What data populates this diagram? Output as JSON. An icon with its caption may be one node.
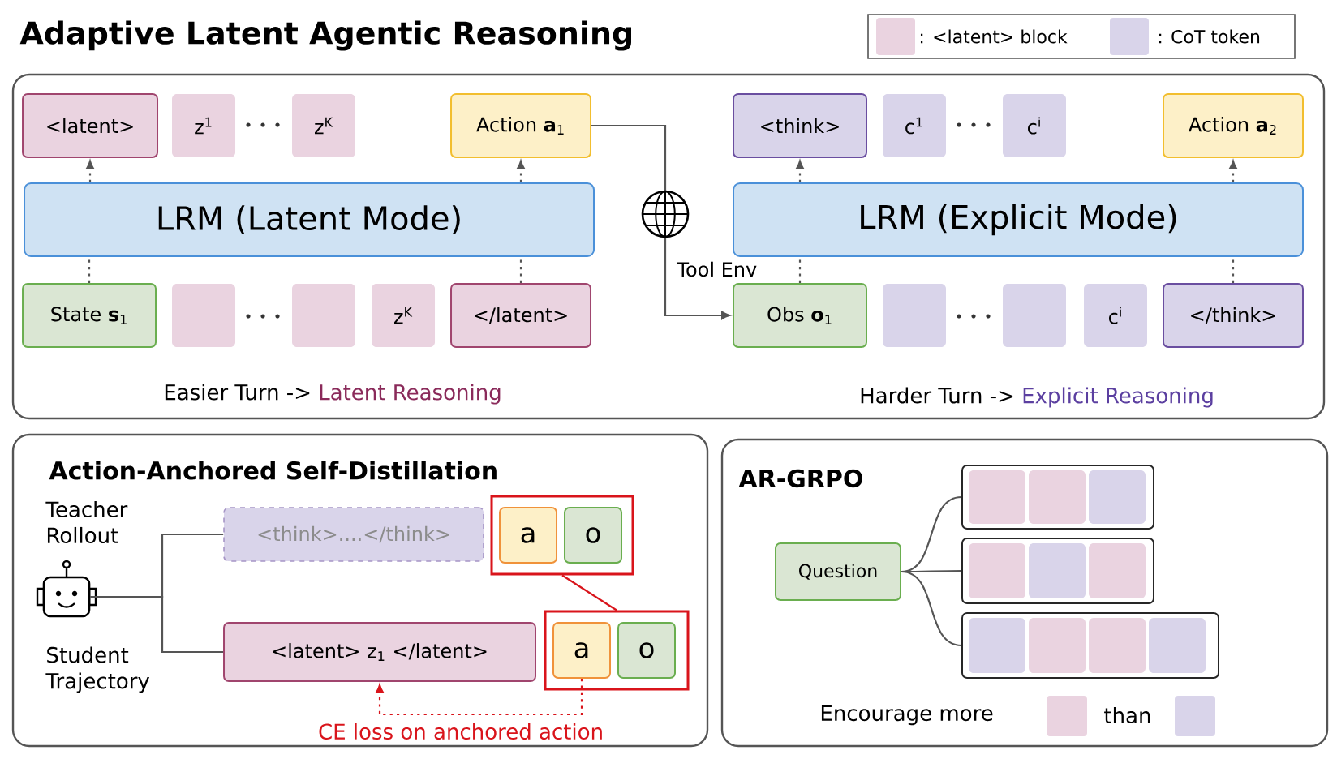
{
  "diagram": {
    "title": "Adaptive Latent Agentic Reasoning",
    "nodes": [
      {
        "text": [
          "Easier Turn ->",
          "Latent Reasoning",
          "Harder Turn ->",
          "Explicit Reasoning"
        ]
      },
      {
        "text": [
          "<latent>"
        ],
        "in": 0
      },
      {
        "text": [
          "z$^{1}$"
        ],
        "in": 0
      },
      {
        "text": [
          "z$^{K}$"
        ],
        "in": 0
      },
      {
        "text": [
          "Action **a**$_{1}$"
        ],
        "in": 0
      },
      {
        "text": [
          "LRM (Latent Mode)"
        ],
        "in": 0
      },
      {
        "text": [
          "State **s**$_{1}$"
        ],
        "in": 0
      },
      {
        "text": [],
        "shape": "box",
        "in": 0
      },
      {
        "text": [],
        "shape": "box",
        "in": 0
      },
      {
        "text": [
          "z$^{K}$"
        ],
        "in": 0
      },
      {
        "text": [
          "</latent>"
        ],
        "in": 0
      },
      {
        "text": [
          "<think>"
        ],
        "in": 0
      },
      {
        "text": [
          "c$^{1}$"
        ],
        "in": 0
      },
      {
        "text": [
          "c$^{i}$"
        ],
        "in": 0
      },
      {
        "text": [
          "Action **a**$_{2}$"
        ],
        "in": 0
      },
      {
        "text": [
          "LRM (Explicit Mode)"
        ],
        "in": 0
      },
      {
        "text": [
          "Obs **o**$_{1}$"
        ],
        "in": 0
      },
      {
        "text": [],
        "shape": "box",
        "in": 0
      },
      {
        "text": [],
        "shape": "box",
        "in": 0
      },
      {
        "text": [
          "c$^{i}$"
        ],
        "in": 0
      },
      {
        "text": [
          "</think>"
        ],
        "in": 0
      },
      {
        "text": [
          "Action-Anchored Self-Distillation"
        ]
      },
      {
        "text": [],
        "shape": "robot",
        "in": 21
      },
      {
        "text": [
          "<think>....</think>"
        ],
        "in": 21
      },
      {
        "text": [],
        "shape": "box",
        "in": 21
      },
      {
        "text": [
          "a"
        ],
        "in": 24
      },
      {
        "text": [
          "o"
        ],
        "in": 24
      },
      {
        "text": [
          "<latent> z$_{1}$ </latent>"
        ],
        "in": 21
      },
      {
        "text": [],
        "shape": "box",
        "in": 21
      },
      {
        "text": [
          "a"
        ],
        "in": 28
      },
      {
        "text": [
          "o"
        ],
        "in": 28
      },
      {
        "text": [
          "AR-GRPO"
        ]
      },
      {
        "text": [
          "Question"
        ],
        "in": 31
      },
      {
        "text": [],
        "shape": "box",
        "in": 31
      },
      {
        "text": [],
        "shape": "box",
        "in": 31
      },
      {
        "text": [],
        "shape": "box",
        "in": 31
      }
    ],
    "edges": [
      {
        "from": 6,
        "to": 5,
        "arrow": "none",
        "style": "dashed"
      },
      {
        "from": 5,
        "to": 1,
        "arrow": "to",
        "style": "dashed"
      },
      {
        "from": 10,
        "to": 5,
        "arrow": "none",
        "style": "dashed"
      },
      {
        "from": 5,
        "to": 4,
        "arrow": "to",
        "style": "dashed"
      },
      {
        "from": 4,
        "to": 16,
        "arrow": "to"
      },
      {
        "from": 16,
        "to": 15,
        "arrow": "none",
        "style": "dashed"
      },
      {
        "from": 15,
        "to": 11,
        "arrow": "to",
        "style": "dashed"
      },
      {
        "from": 20,
        "to": 15,
        "arrow": "none",
        "style": "dashed"
      },
      {
        "from": 15,
        "to": 14,
        "arrow": "to",
        "style": "dashed"
      },
      {
        "from": 22,
        "to": 23,
        "arrow": "none"
      },
      {
        "from": 22,
        "to": 27,
        "arrow": "none"
      },
      {
        "from": 24,
        "to": 28,
        "arrow": "none",
        "color": "#d9141b"
      },
      {
        "from": 29,
        "to": 27,
        "arrow": "to",
        "style": "dashed",
        "color": "#d9141b",
        "label": "CE loss on anchored action"
      },
      {
        "from": 32,
        "to": 33,
        "arrow": "none"
      },
      {
        "from": 32,
        "to": 34,
        "arrow": "none"
      },
      {
        "from": 32,
        "to": 35,
        "arrow": "none"
      }
    ],
    "labels": [
      "Tool Env",
      "Teacher Rollout",
      "Student Trajectory",
      "Encourage more",
      "than"
    ],
    "legend": [
      {
        "text": ": <latent> block",
        "color": "#ead3e0"
      },
      {
        "text": ": CoT token",
        "color": "#d9d4ea"
      }
    ]
  }
}
